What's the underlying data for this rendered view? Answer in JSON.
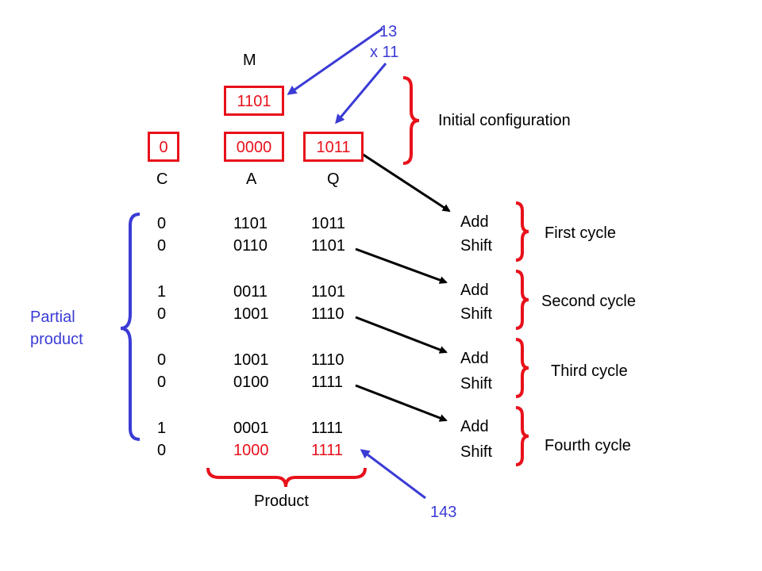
{
  "operands": {
    "multiplicand": "13",
    "multiplier": "x 11"
  },
  "m_label": "M",
  "initial": {
    "m": "1101",
    "c": "0",
    "a": "0000",
    "q": "1011"
  },
  "headers": {
    "c": "C",
    "a": "A",
    "q": "Q"
  },
  "rows": [
    {
      "c": "0",
      "a": "1101",
      "q": "1011"
    },
    {
      "c": "0",
      "a": "0110",
      "q": "1101"
    },
    {
      "c": "1",
      "a": "0011",
      "q": "1101"
    },
    {
      "c": "0",
      "a": "1001",
      "q": "1110"
    },
    {
      "c": "0",
      "a": "1001",
      "q": "1110"
    },
    {
      "c": "0",
      "a": "0100",
      "q": "1111"
    },
    {
      "c": "1",
      "a": "0001",
      "q": "1111"
    },
    {
      "c": "0",
      "a": "1000",
      "q": "1111"
    }
  ],
  "ops": {
    "add": "Add",
    "shift": "Shift"
  },
  "cycles": [
    "First cycle",
    "Second cycle",
    "Third cycle",
    "Fourth cycle"
  ],
  "initial_configuration": "Initial configuration",
  "partial_product": [
    "Partial",
    "product"
  ],
  "product_label": "Product",
  "result": "143",
  "colors": {
    "red": "#e8111b",
    "blue": "#3b3bd6",
    "black": "#000000"
  }
}
